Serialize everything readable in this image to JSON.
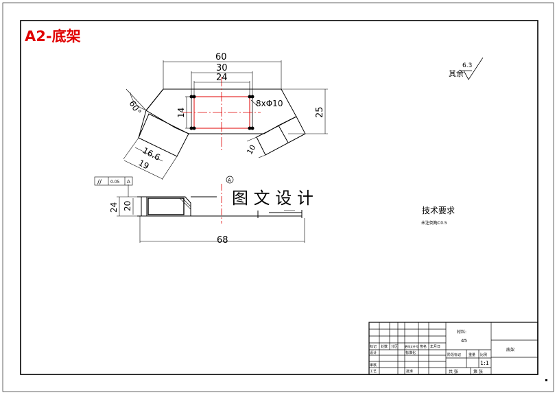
{
  "title": "A2-底架",
  "roughness": {
    "label": "其余",
    "value": "6.3"
  },
  "dims": {
    "top_width": "60",
    "mid_width": "30",
    "inner_width": "24",
    "height": "25",
    "rect_height": "14",
    "holes": "8xΦ10",
    "angle": "60°",
    "leg_inner": "16.6",
    "leg_outer": "19",
    "tab": "10",
    "side_height": "24",
    "side_inner": "20",
    "side_length": "68"
  },
  "tolerance": {
    "symbol": "//",
    "value": "0.05",
    "datum": "A"
  },
  "datum_marker": "A",
  "watermark": "图 文 设 计",
  "tech": {
    "heading": "技术要求",
    "note": "未注倒角C0.5"
  },
  "titleblock": {
    "material": "材料:",
    "material_value": "45",
    "part_name": "底架",
    "scale": "1:1",
    "cells": [
      "标记",
      "处数",
      "分区",
      "更改文件号",
      "签名",
      "年月日",
      "设计",
      "标准化",
      "阶段标记",
      "重量",
      "比例",
      "审核",
      "工艺",
      "批准",
      "共 张",
      "第 张"
    ]
  }
}
